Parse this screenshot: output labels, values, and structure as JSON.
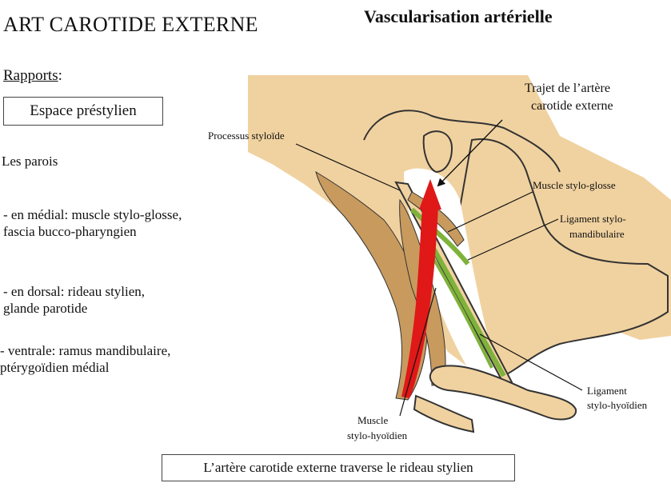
{
  "header": {
    "main_title": "ART CAROTIDE EXTERNE",
    "diagram_title": "Vascularisation artérielle"
  },
  "left_panel": {
    "section_label": "Rapports",
    "section_suffix": ":",
    "space_box": "Espace préstylien",
    "walls_heading": "Les parois",
    "walls": [
      {
        "line1": "- en médial: muscle stylo-glosse,",
        "line2": "fascia bucco-pharyngien"
      },
      {
        "line1": "- en dorsal: rideau stylien,",
        "line2": "glande parotide"
      },
      {
        "line1": "- ventrale: ramus mandibulaire,",
        "line2": "ptérygoïdien médial"
      }
    ]
  },
  "diagram": {
    "labels": {
      "trajet_line1": "Trajet de l’artère",
      "trajet_line2": "carotide externe",
      "processus": "Processus styloïde",
      "stylo_glosse": "Muscle stylo-glosse",
      "lig_mand_line1": "Ligament stylo-",
      "lig_mand_line2": "mandibulaire",
      "lig_hyo_line1": "Ligament",
      "lig_hyo_line2": "stylo-hyoïdien",
      "muscle_hyo_line1": "Muscle",
      "muscle_hyo_line2": "stylo-hyoïdien"
    },
    "colors": {
      "bone": "#f0d2a0",
      "muscle": "#c89a5e",
      "ligament": "#7fb23a",
      "artery": "#e01818",
      "outline": "#333333"
    }
  },
  "caption": "L’artère carotide externe traverse le rideau stylien"
}
